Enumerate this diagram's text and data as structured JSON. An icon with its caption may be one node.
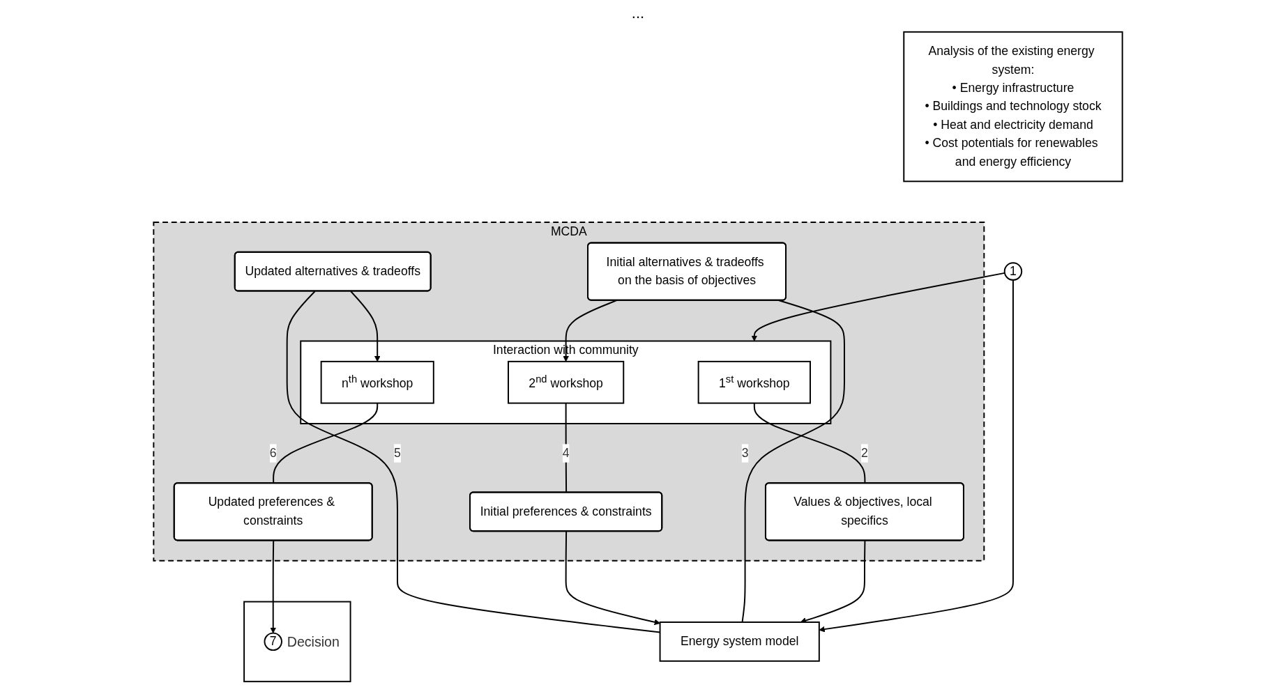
{
  "diagram": {
    "nodes": [
      {
        "text": [
          "Analysis of the existing energy system:",
          "• Energy infrastructure",
          "• Buildings and technology stock",
          "• Heat and electricity demand",
          "• Cost potentials for renewables and energy efficiency"
        ]
      },
      {
        "text": [
          "1"
        ]
      },
      {
        "text": [
          "MCDA"
        ]
      },
      {
        "text": [
          "Interaction with community"
        ],
        "in": 2
      },
      {
        "text": [
          "1$^{st}$ workshop"
        ],
        "in": 3
      },
      {
        "text": [
          "2$^{nd}$ workshop"
        ],
        "in": 3
      },
      {
        "text": [
          "n$^{th}$ workshop"
        ],
        "in": 3
      },
      {
        "text": [
          "Values & objectives, local specifics"
        ],
        "in": 2
      },
      {
        "text": [
          "Initial preferences & constraints"
        ],
        "in": 2
      },
      {
        "text": [
          "Updated preferences & constraints"
        ],
        "in": 2
      },
      {
        "text": [
          "Initial alternatives & tradeoffs on the basis of objectives"
        ],
        "in": 2
      },
      {
        "text": [
          "Updated alternatives & tradeoffs"
        ],
        "in": 2
      },
      {
        "text": [
          "Energy system model"
        ]
      },
      {
        "text": [],
        "shape": "box"
      },
      {
        "text": [
          "7"
        ],
        "beside": [
          "Decision"
        ],
        "in": 13
      }
    ],
    "edges": [
      {
        "from": 1,
        "to": 3,
        "arrow": "to"
      },
      {
        "from": 1,
        "to": 12,
        "arrow": "to"
      },
      {
        "from": 4,
        "to": 7,
        "arrow": "none",
        "label": "2"
      },
      {
        "from": 7,
        "to": 12,
        "arrow": "to"
      },
      {
        "from": 10,
        "to": 12,
        "arrow": "none",
        "label": "3"
      },
      {
        "from": 10,
        "to": 5,
        "arrow": "to"
      },
      {
        "from": 5,
        "to": 8,
        "arrow": "none",
        "label": "4"
      },
      {
        "from": 8,
        "to": 12,
        "arrow": "to"
      },
      {
        "from": 11,
        "to": 12,
        "arrow": "none",
        "label": "5"
      },
      {
        "from": 11,
        "to": 6,
        "arrow": "to"
      },
      {
        "from": 6,
        "to": 9,
        "arrow": "none",
        "label": "6"
      },
      {
        "from": 9,
        "to": 14,
        "arrow": "to"
      }
    ],
    "labels": [
      "..."
    ]
  }
}
